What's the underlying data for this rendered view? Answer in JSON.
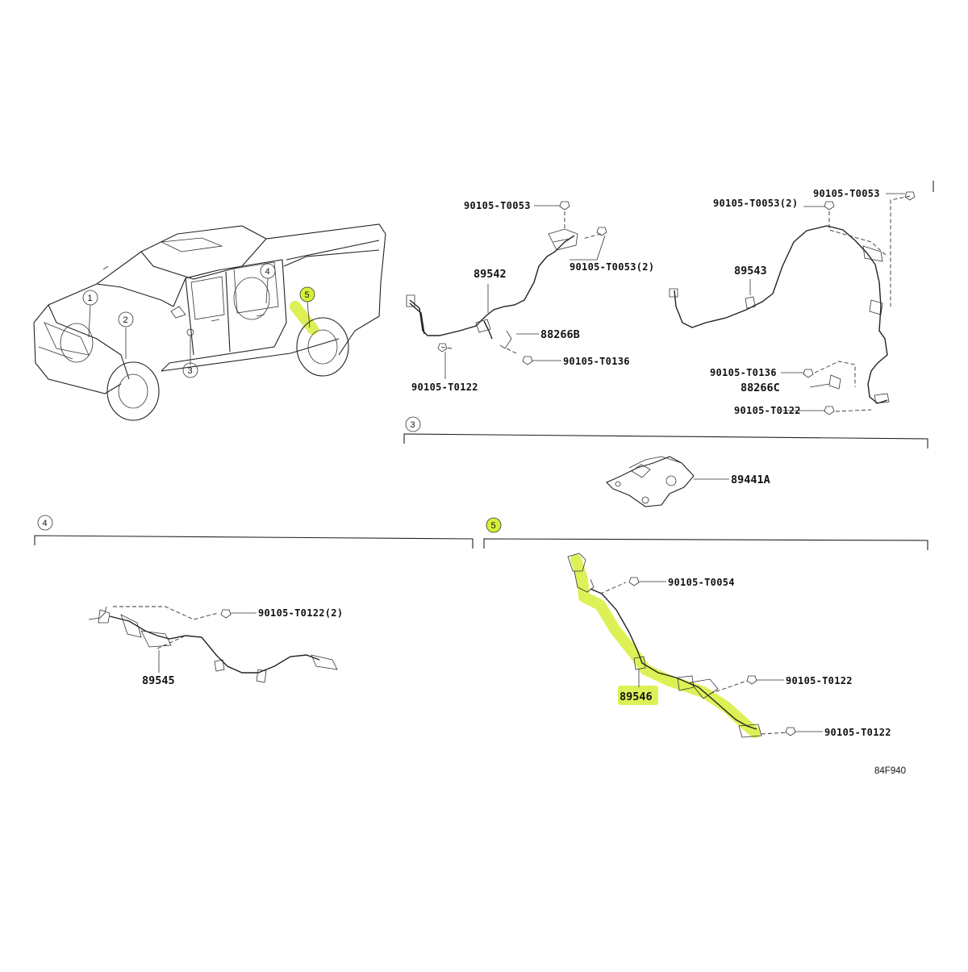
{
  "diagram": {
    "colors": {
      "highlight": "#d7ef3a",
      "ink": "#222222"
    },
    "vehicle_callouts": [
      "1",
      "2",
      "3",
      "4",
      "5"
    ],
    "group_a": {
      "wire": "89542",
      "bracket": "88266B",
      "bolt_top": "90105-T0053",
      "bolt_side": "90105-T0053(2)",
      "bolt_bottom": "90105-T0136",
      "bolt_left": "90105-T0122"
    },
    "group_b": {
      "wire": "89543",
      "bracket": "88266C",
      "bolt_top_right": "90105-T0053",
      "bolt_top_left": "90105-T0053(2)",
      "bolt_mid": "90105-T0136",
      "bolt_bottom": "90105-T0122"
    },
    "section3": {
      "label": "3",
      "sensor": "89441A"
    },
    "section4": {
      "label": "4",
      "wire": "89545",
      "bolt": "90105-T0122(2)"
    },
    "section5": {
      "label": "5",
      "wire": "89546",
      "bolt_top": "90105-T0054",
      "bolt_mid": "90105-T0122",
      "bolt_bottom": "90105-T0122"
    },
    "drawing_code": "84F940"
  }
}
